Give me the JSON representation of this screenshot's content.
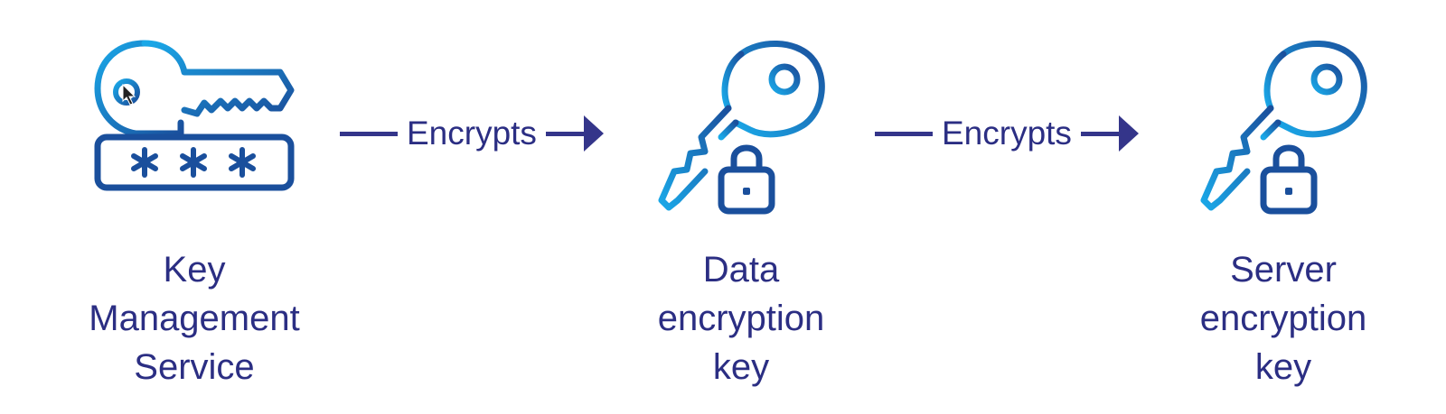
{
  "colors": {
    "text": "#2b2e83",
    "arrow": "#34358a",
    "icon_light": "#1aa8e8",
    "icon_dark": "#1a4f9c"
  },
  "nodes": [
    {
      "icon": "key-with-password-icon",
      "lines": [
        "Key",
        "Management",
        "Service"
      ]
    },
    {
      "icon": "key-with-lock-icon",
      "lines": [
        "Data",
        "encryption",
        "key"
      ]
    },
    {
      "icon": "key-with-lock-icon",
      "lines": [
        "Server",
        "encryption",
        "key"
      ]
    }
  ],
  "connectors": [
    {
      "label": "Encrypts"
    },
    {
      "label": "Encrypts"
    }
  ]
}
